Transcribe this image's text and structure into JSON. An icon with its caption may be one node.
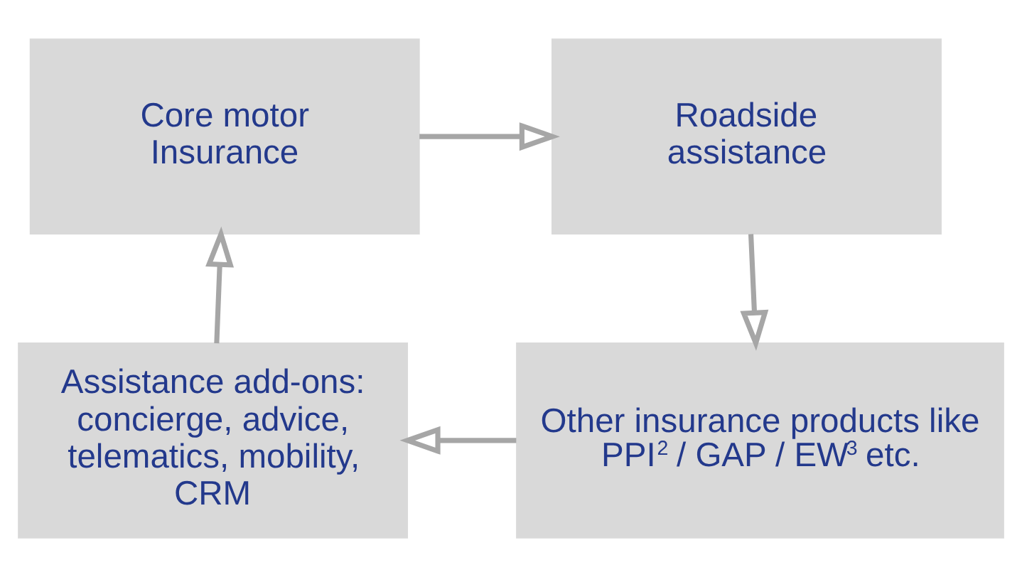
{
  "diagram": {
    "nodes": [
      {
        "text": [
          "Core motor Insurance"
        ]
      },
      {
        "text": [
          "Roadside assistance"
        ]
      },
      {
        "text": [
          "Assistance add-ons: concierge, advice, telematics, mobility, CRM"
        ]
      },
      {
        "text": [
          "Other insurance products like PPI$^{2}$ / GAP / EW$^{3}$ etc."
        ]
      }
    ],
    "edges": [
      {
        "from": 0,
        "to": 1,
        "arrow": "to"
      },
      {
        "from": 1,
        "to": 3,
        "arrow": "to"
      },
      {
        "from": 3,
        "to": 2,
        "arrow": "to"
      },
      {
        "from": 2,
        "to": 0,
        "arrow": "to"
      }
    ]
  }
}
